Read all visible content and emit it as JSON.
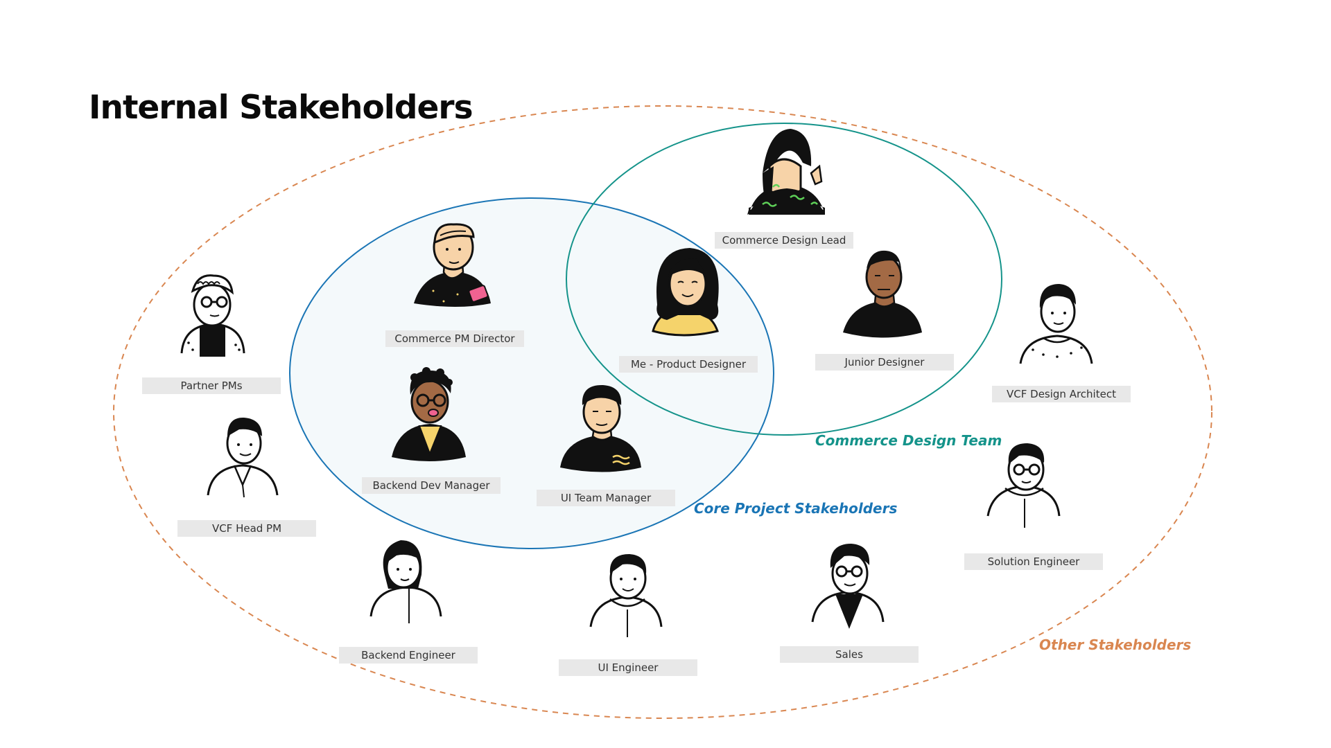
{
  "title": "Internal Stakeholders",
  "colors": {
    "other_ring": "#d98650",
    "core_ring": "#1a75b5",
    "design_ring": "#14938a",
    "core_fill": "#f4f9fb",
    "label_bg": "#e8e8e8",
    "skin_light": "#f7d3a8",
    "skin_dark": "#a36a45",
    "accent_yellow": "#f5d36b",
    "accent_pink": "#f06291",
    "accent_green": "#5ed158"
  },
  "groups": {
    "other": "Other Stakeholders",
    "core": "Core Project Stakeholders",
    "design": "Commerce Design Team"
  },
  "people": {
    "commerce_design_lead": "Commerce Design Lead",
    "commerce_pm_director": "Commerce PM Director",
    "me_product_designer": "Me - Product Designer",
    "junior_designer": "Junior Designer",
    "backend_dev_manager": "Backend Dev Manager",
    "ui_team_manager": "UI Team Manager",
    "partner_pms": "Partner PMs",
    "vcf_head_pm": "VCF Head PM",
    "vcf_design_architect": "VCF Design Architect",
    "solution_engineer": "Solution Engineer",
    "backend_engineer": "Backend Engineer",
    "ui_engineer": "UI Engineer",
    "sales": "Sales"
  }
}
